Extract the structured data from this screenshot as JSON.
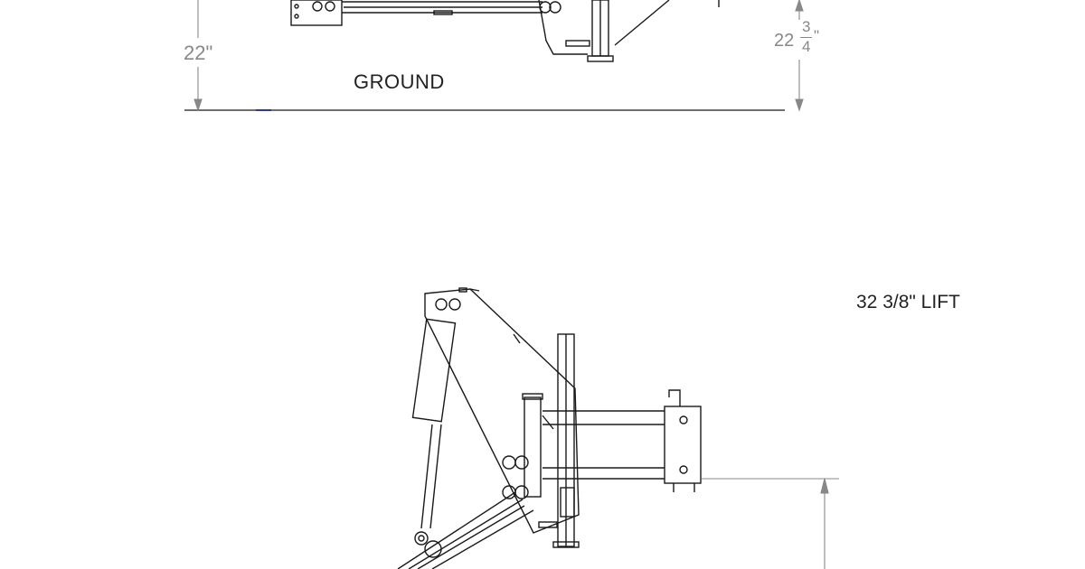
{
  "labels": {
    "ground": "GROUND",
    "lift": "32 3/8\" LIFT",
    "left_height": "22\"",
    "right_height_whole": "22",
    "right_height_num": "3",
    "right_height_den": "4",
    "right_height_unit": "\""
  },
  "colors": {
    "line": "#1a1a1a",
    "dimension": "#888888",
    "ground_mark": "#2b3a8a"
  }
}
